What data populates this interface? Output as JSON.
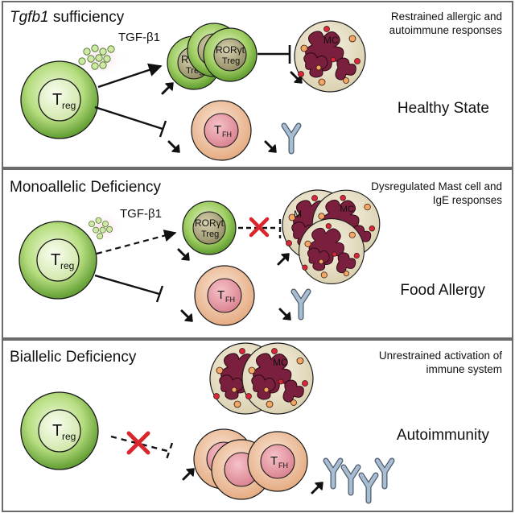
{
  "panels": [
    {
      "title_main": "Tgfb1",
      "title_rest": " sufficiency",
      "description": [
        "Restrained allergic and",
        "autoimmune responses"
      ],
      "state": "Healthy State",
      "tgf_label": "TGF-β1"
    },
    {
      "title": "Monoallelic Deficiency",
      "description": [
        "Dysregulated Mast cell and",
        "IgE responses"
      ],
      "state": "Food Allergy",
      "tgf_label": "TGF-β1"
    },
    {
      "title": "Biallelic Deficiency",
      "description": [
        "Unrestrained activation of",
        "immune system"
      ],
      "state": "Autoimmunity"
    }
  ],
  "cells": {
    "treg": "T",
    "treg_sub": "reg",
    "tfh": "T",
    "tfh_sub": "FH",
    "ror_line1": "RORγt",
    "ror_line2": "Treg",
    "ror_partial": "RO",
    "ror_partial2": "Treg",
    "mc": "MC",
    "mc_partial": "M"
  },
  "colors": {
    "treg_outer": "#5aa02c",
    "treg_inner": "#dff0c0",
    "tfh_outer": "#e8b48e",
    "tfh_inner": "#e79aa6",
    "mast_body": "#efe7d0",
    "granule_dark": "#7a1f3d",
    "granule_orange": "#f3a766",
    "antibody": "#9fb5cc",
    "inhibit_x": "#d9262c"
  }
}
